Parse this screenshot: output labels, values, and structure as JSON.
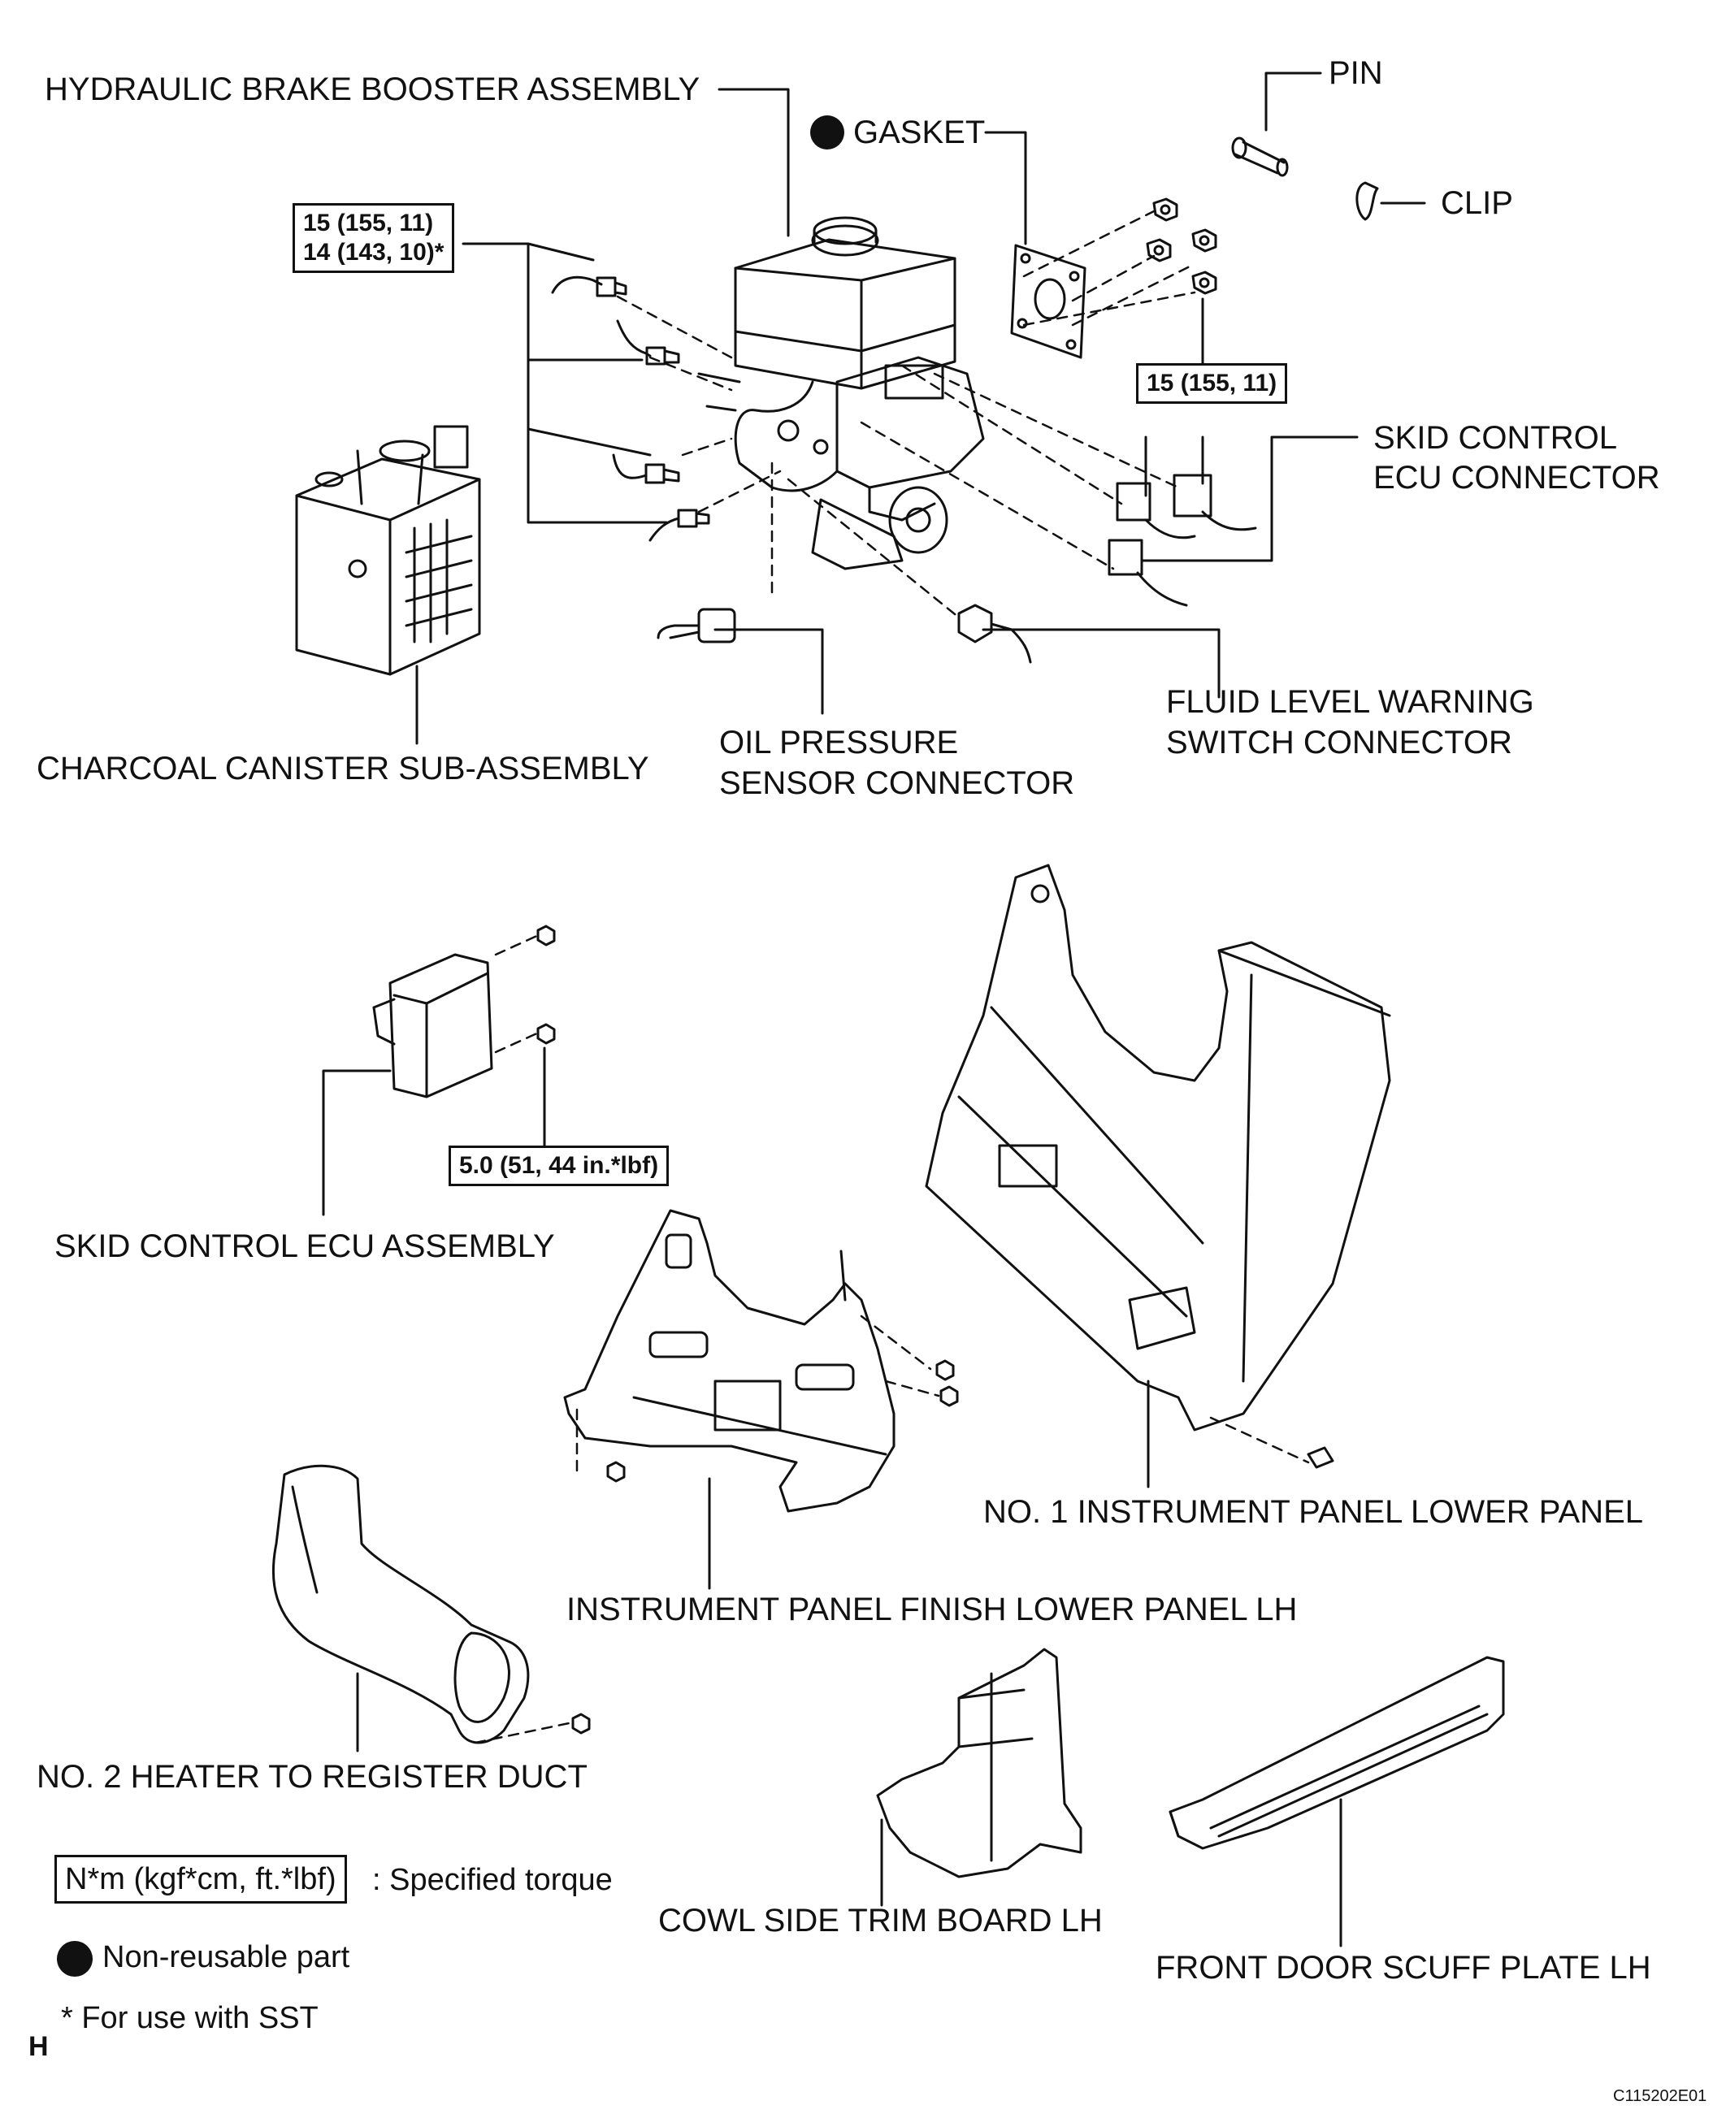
{
  "labels": {
    "booster": "HYDRAULIC BRAKE BOOSTER ASSEMBLY",
    "gasket": "GASKET",
    "pin": "PIN",
    "clip": "CLIP",
    "skid_ecu_connector_1": "SKID CONTROL",
    "skid_ecu_connector_2": "ECU CONNECTOR",
    "fluid_switch_1": "FLUID LEVEL WARNING",
    "fluid_switch_2": "SWITCH CONNECTOR",
    "oil_sensor_1": "OIL PRESSURE",
    "oil_sensor_2": "SENSOR CONNECTOR",
    "canister": "CHARCOAL CANISTER SUB-ASSEMBLY",
    "skid_ecu_assembly": "SKID CONTROL ECU ASSEMBLY",
    "lower_panel": "NO. 1 INSTRUMENT PANEL LOWER PANEL",
    "finish_panel": "INSTRUMENT PANEL FINISH LOWER PANEL LH",
    "heater_duct": "NO. 2 HEATER TO REGISTER DUCT",
    "cowl_trim": "COWL SIDE TRIM BOARD LH",
    "scuff_plate": "FRONT DOOR SCUFF PLATE LH"
  },
  "torques": {
    "brake_lines_1": "15 (155, 11)",
    "brake_lines_2": "14 (143, 10)*",
    "booster_nuts": "15 (155, 11)",
    "ecu_nuts": "5.0 (51, 44 in.*lbf)"
  },
  "legend": {
    "torque_box": "N*m (kgf*cm, ft.*lbf)",
    "torque_text": ": Specified torque",
    "nonreusable": "Non-reusable part",
    "sst": "* For use with SST"
  },
  "footer": {
    "section": "H",
    "figure_id": "C115202E01"
  }
}
